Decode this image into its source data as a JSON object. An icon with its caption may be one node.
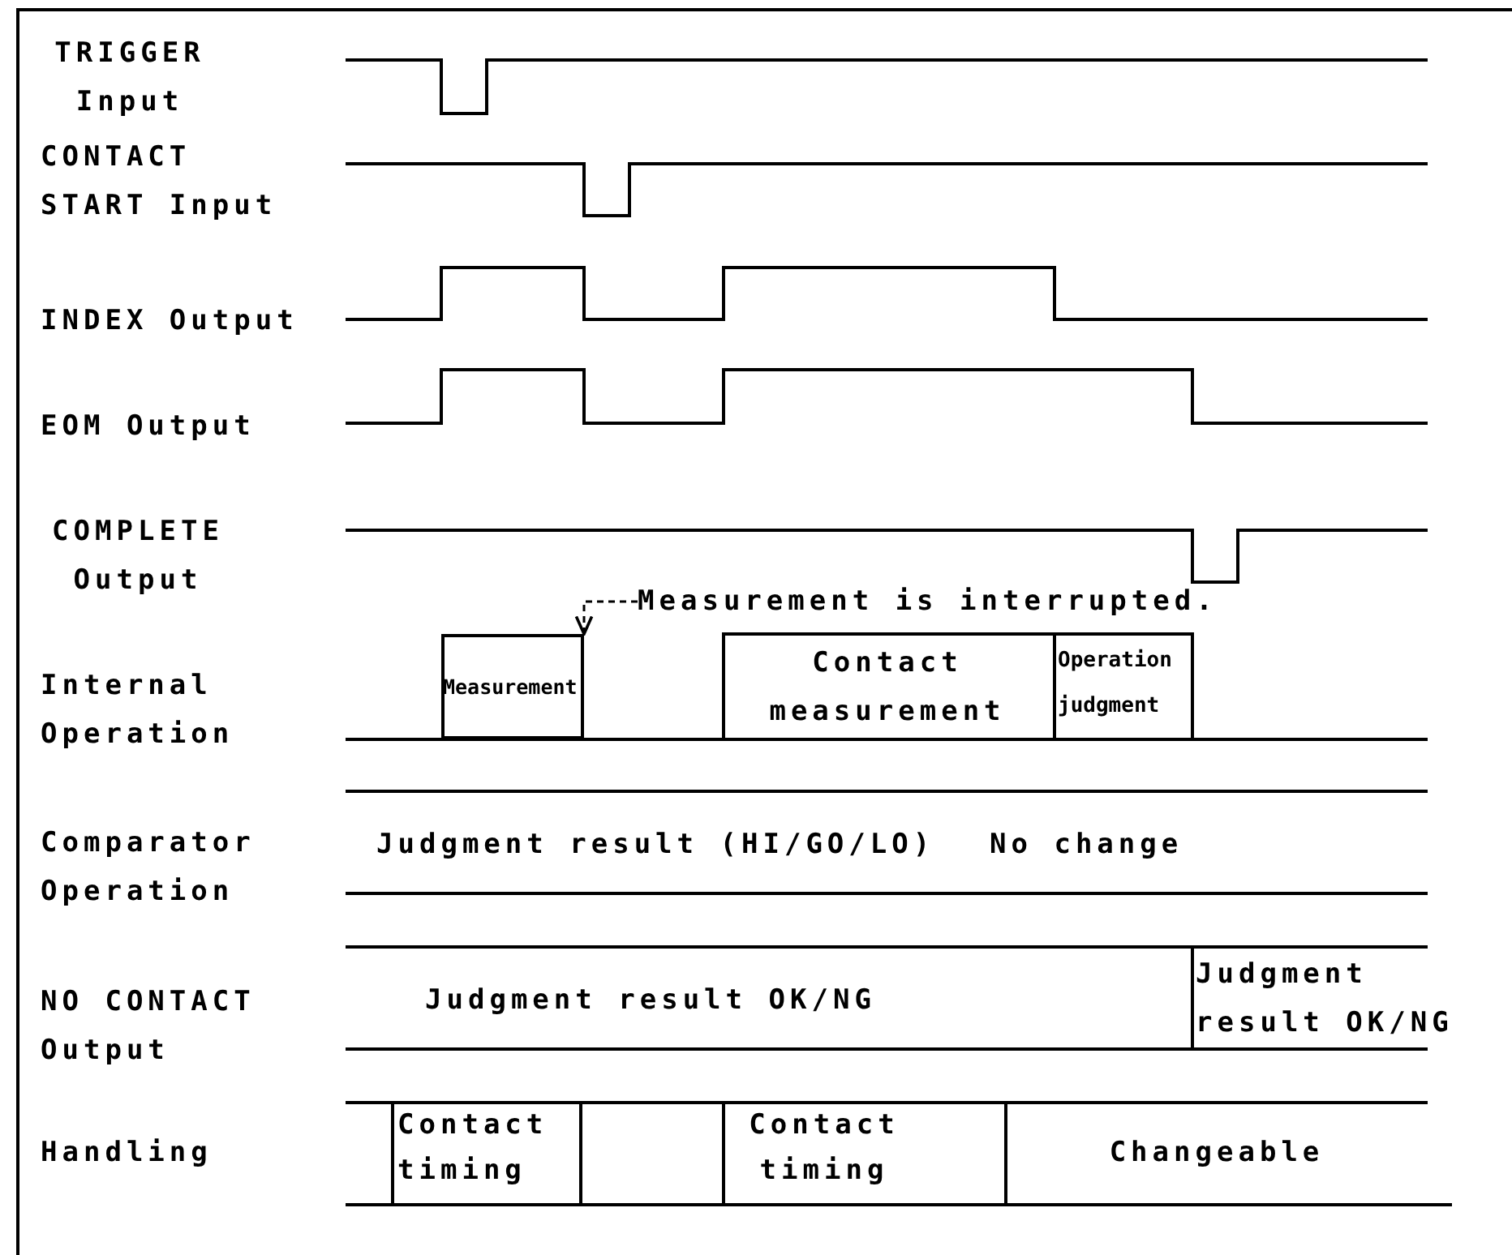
{
  "diagram": {
    "nodes": [
      {
        "text": [
          "Measurement is interrupted."
        ]
      },
      {
        "text": [],
        "shape": "box"
      }
    ],
    "edges": [
      {
        "from": 0,
        "to": 1,
        "arrow": "to",
        "style": "dashed"
      }
    ],
    "labels": [
      "TRIGGER Input",
      "CONTACT START Input",
      "INDEX Output",
      "EOM Output",
      "COMPLETE Output",
      "Internal Operation",
      "Measurement",
      "Contact measurement",
      "Operation judgment",
      "Comparator Operation",
      "Judgment result (HI/GO/LO)",
      "No change",
      "NO CONTACT Output",
      "Judgment result OK/NG",
      "Judgment result OK/NG",
      "Handling",
      "Contact timing",
      "Contact timing",
      "Changeable"
    ]
  }
}
